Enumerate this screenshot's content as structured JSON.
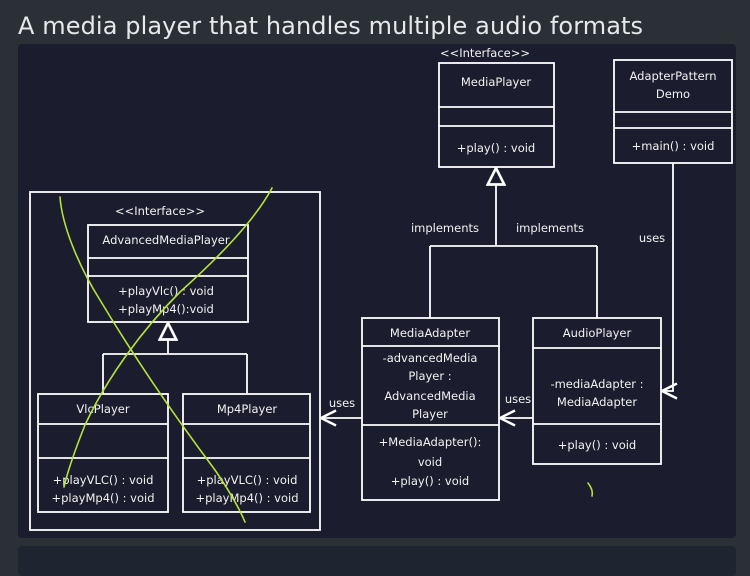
{
  "heading": "A media player that handles multiple audio formats",
  "diagram": {
    "media_player": {
      "stereotype": "<<Interface>>",
      "name": "MediaPlayer",
      "method": "+play() : void"
    },
    "adapter_demo": {
      "name_line1": "AdapterPattern",
      "name_line2": "Demo",
      "method": "+main() : void"
    },
    "advanced_media_player": {
      "stereotype": "<<Interface>>",
      "name": "AdvancedMediaPlayer",
      "method1": "+playVlc() : void",
      "method2": "+playMp4():void"
    },
    "vlc_player": {
      "name": "VlcPlayer",
      "method1": "+playVLC() : void",
      "method2": "+playMp4() : void"
    },
    "mp4_player": {
      "name": "Mp4Player",
      "method1": "+playVLC() : void",
      "method2": "+playMp4() : void"
    },
    "media_adapter": {
      "name": "MediaAdapter",
      "attr_line1": "-advancedMedia",
      "attr_line2": "Player :",
      "attr_line3": "AdvancedMedia",
      "attr_line4": "Player",
      "method1": "+MediaAdapter():",
      "method2": "void",
      "method3": "+play() : void"
    },
    "audio_player": {
      "name": "AudioPlayer",
      "attr_line1": "-mediaAdapter :",
      "attr_line2": "MediaAdapter",
      "method": "+play() : void"
    },
    "labels": {
      "implements_left": "implements",
      "implements_right": "implements",
      "uses_demo": "uses",
      "uses_adapter": "uses",
      "uses_audio": "uses"
    }
  }
}
